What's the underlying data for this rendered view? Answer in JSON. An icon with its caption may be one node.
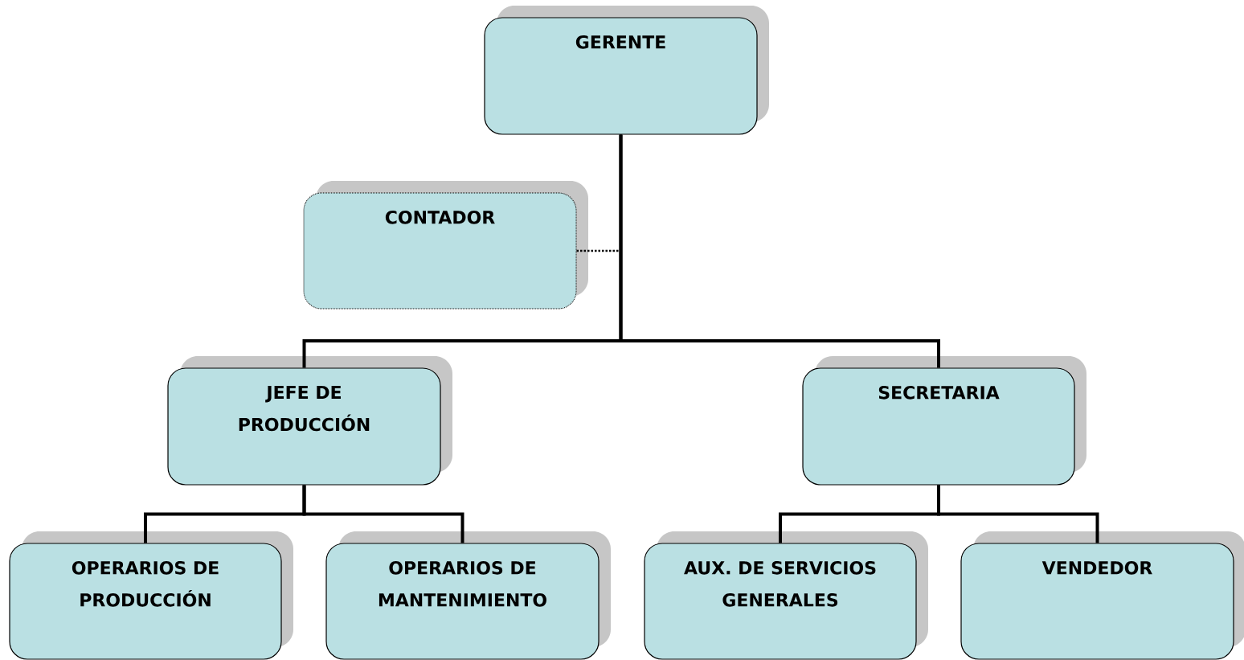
{
  "diagram": {
    "nodes": [
      {
        "text": [
          "GERENTE"
        ]
      },
      {
        "text": [
          "CONTADOR"
        ]
      },
      {
        "text": [
          "JEFE DE PRODUCCIÓN"
        ]
      },
      {
        "text": [
          "SECRETARIA"
        ]
      },
      {
        "text": [
          "OPERARIOS DE PRODUCCIÓN"
        ]
      },
      {
        "text": [
          "OPERARIOS DE MANTENIMIENTO"
        ]
      },
      {
        "text": [
          "AUX. DE SERVICIOS GENERALES"
        ]
      },
      {
        "text": [
          "VENDEDOR"
        ]
      }
    ],
    "edges": [
      {
        "from": 1,
        "to": 0,
        "arrow": "none",
        "style": "dashed"
      },
      {
        "from": 0,
        "to": 2,
        "arrow": "none"
      },
      {
        "from": 0,
        "to": 3,
        "arrow": "none"
      },
      {
        "from": 2,
        "to": 4,
        "arrow": "none"
      },
      {
        "from": 2,
        "to": 5,
        "arrow": "none"
      },
      {
        "from": 3,
        "to": 6,
        "arrow": "none"
      },
      {
        "from": 3,
        "to": 7,
        "arrow": "none"
      }
    ]
  }
}
